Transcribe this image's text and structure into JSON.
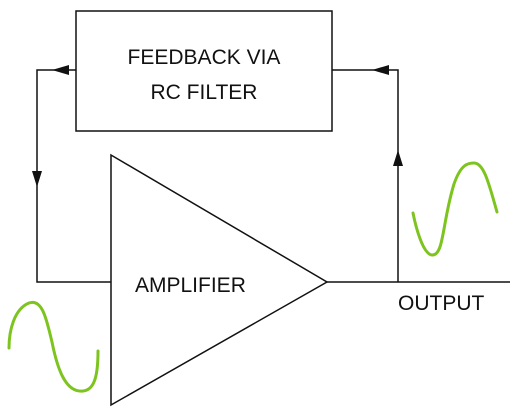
{
  "feedback_block": {
    "line1": "FEEDBACK VIA",
    "line2": "RC FILTER"
  },
  "amplifier": {
    "label": "AMPLIFIER"
  },
  "output": {
    "label": "OUTPUT"
  },
  "colors": {
    "lines": "#111111",
    "waves": "#7dc41f",
    "background": "#ffffff"
  }
}
